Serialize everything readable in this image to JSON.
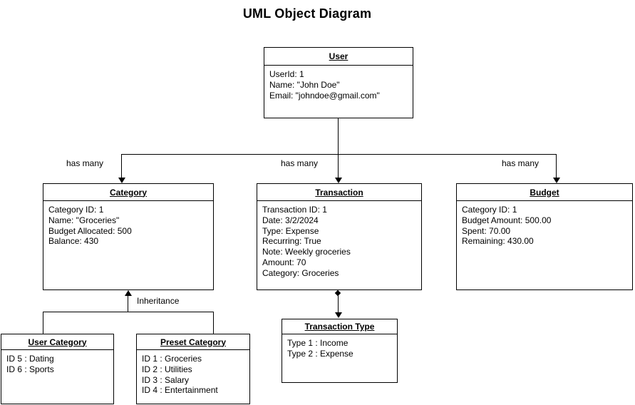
{
  "title": "UML Object Diagram",
  "colors": {
    "line": "#000000",
    "background": "#ffffff",
    "text": "#000000"
  },
  "edge_labels": {
    "has_many_left": "has many",
    "has_many_center": "has many",
    "has_many_right": "has many",
    "inheritance": "Inheritance"
  },
  "classes": {
    "user": {
      "title": "User",
      "lines": [
        "UserId: 1",
        "Name: \"John Doe\"",
        "Email: \"johndoe@gmail.com\""
      ]
    },
    "category": {
      "title": "Category",
      "lines": [
        "Category ID: 1",
        "Name: \"Groceries\"",
        "Budget Allocated: 500",
        "Balance: 430"
      ]
    },
    "transaction": {
      "title": "Transaction",
      "lines": [
        "Transaction ID: 1",
        "Date: 3/2/2024",
        "Type: Expense",
        "Recurring: True",
        "Note: Weekly groceries",
        "Amount: 70",
        "Category: Groceries"
      ]
    },
    "budget": {
      "title": "Budget",
      "lines": [
        "Category ID: 1",
        "Budget Amount: 500.00",
        "Spent: 70.00",
        "Remaining: 430.00"
      ]
    },
    "user_category": {
      "title": "User Category",
      "lines": [
        "ID 5 : Dating",
        "ID 6 : Sports"
      ]
    },
    "preset_category": {
      "title": "Preset Category",
      "lines": [
        "ID 1 : Groceries",
        "ID 2 : Utilities",
        "ID 3 : Salary",
        "ID 4 : Entertainment"
      ]
    },
    "transaction_type": {
      "title": "Transaction Type",
      "lines": [
        "Type 1 : Income",
        "Type 2 : Expense"
      ]
    }
  }
}
